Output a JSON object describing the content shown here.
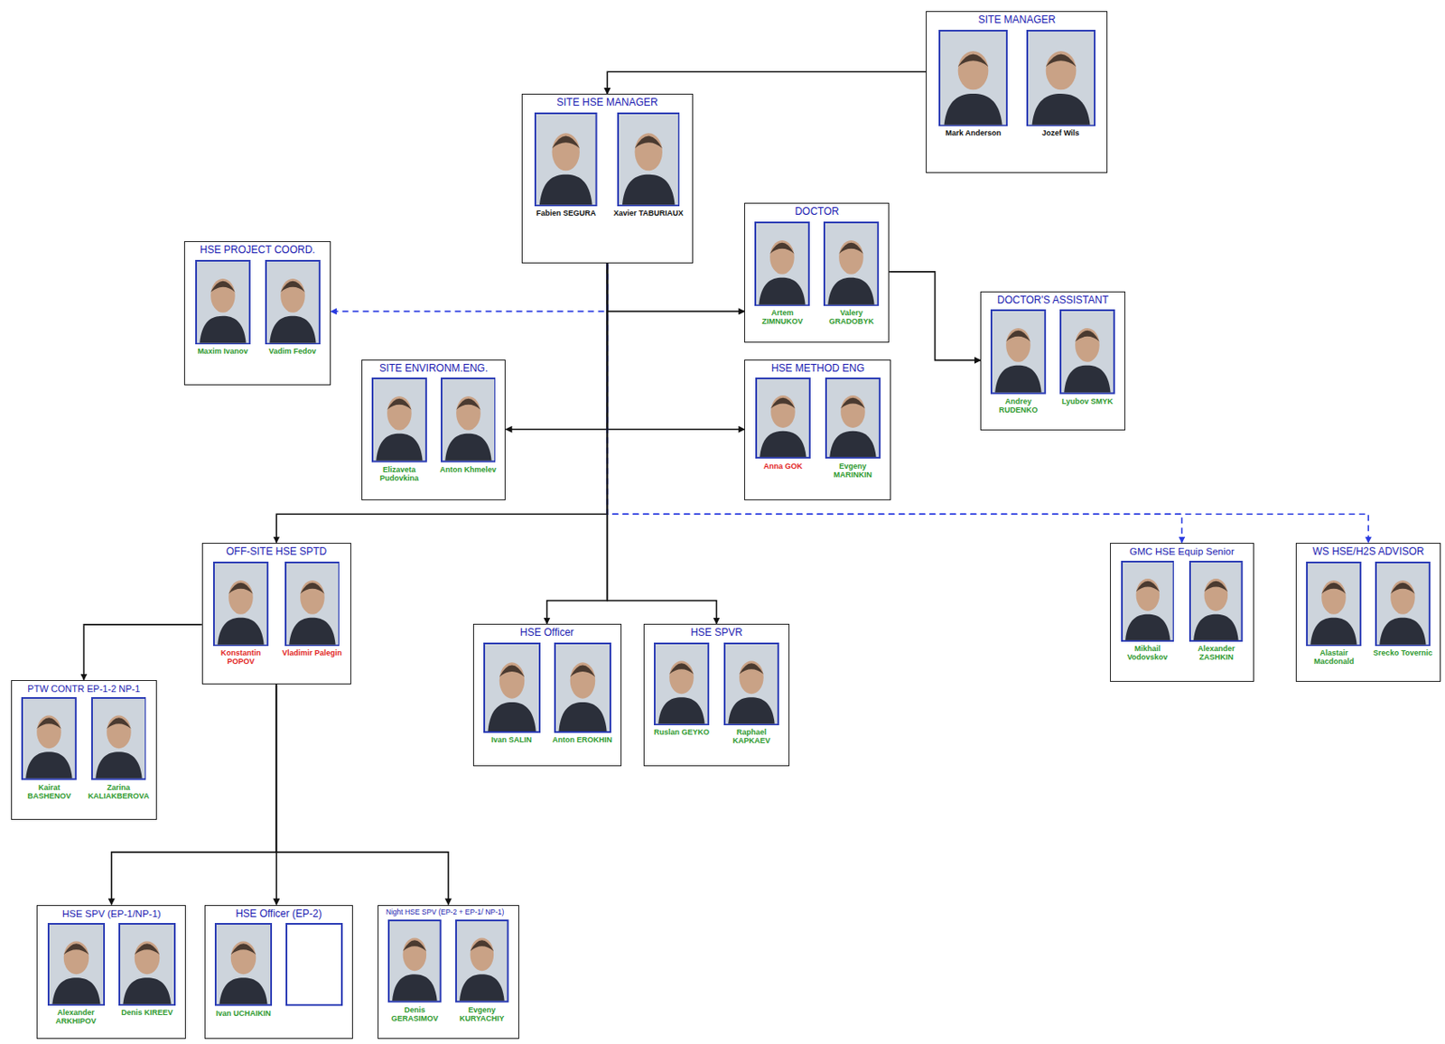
{
  "diagram": {
    "nodes": [
      {
        "text": [
          "SITE MANAGER",
          "Mark Anderson",
          "Jozef Wils"
        ]
      },
      {
        "text": [
          "SITE HSE MANAGER",
          "Fabien SEGURA",
          "Xavier TABURIAUX"
        ]
      },
      {
        "text": [
          "HSE PROJECT COORD.",
          "Maxim Ivanov",
          "Vadim Fedov"
        ]
      },
      {
        "text": [
          "DOCTOR",
          "Artem ZIMNUKOV",
          "Valery GRADOBYK"
        ]
      },
      {
        "text": [
          "DOCTOR'S ASSISTANT",
          "Andrey RUDENKO",
          "Lyubov SMYK"
        ]
      },
      {
        "text": [
          "SITE ENVIRONM.ENG.",
          "Elizaveta Pudovkina",
          "Anton Khmelev"
        ]
      },
      {
        "text": [
          "HSE METHOD ENG",
          "Anna GOK",
          "Evgeny MARINKIN"
        ]
      },
      {
        "text": [
          "OFF-SITE HSE SPTD",
          "Konstantin POPOV",
          "Vladimir Palegin"
        ]
      },
      {
        "text": [
          "HSE Officer",
          "Ivan SALIN",
          "Anton EROKHIN"
        ]
      },
      {
        "text": [
          "HSE SPVR",
          "Ruslan GEYKO",
          "Raphael KAPKAEV"
        ]
      },
      {
        "text": [
          "GMC HSE Equip Senior",
          "Mikhail Vodovskov",
          "Alexander ZASHKIN"
        ]
      },
      {
        "text": [
          "WS HSE/H2S ADVISOR",
          "Alastair Macdonald",
          "Srecko Tovernic"
        ]
      },
      {
        "text": [
          "PTW CONTR EP-1-2 NP-1",
          "Kairat BASHENOV",
          "Zarina KALIAKBEROVA"
        ]
      },
      {
        "text": [
          "HSE SPV (EP-1/NP-1)",
          "Alexander ARKHIPOV",
          "Denis KIREEV"
        ]
      },
      {
        "text": [
          "HSE Officer (EP-2)",
          "Ivan UCHAIKIN"
        ]
      },
      {
        "text": [
          "Night HSE SPV (EP-2 + EP-1/ NP-1)",
          "Denis GERASIMOV",
          "Evgeny KURYACHIY"
        ]
      }
    ],
    "edges": [
      {
        "from": 0,
        "to": 1,
        "arrow": "to"
      },
      {
        "from": 1,
        "to": 2,
        "arrow": "to"
      },
      {
        "from": 1,
        "to": 3,
        "arrow": "to"
      },
      {
        "from": 3,
        "to": 4,
        "arrow": "to"
      },
      {
        "from": 1,
        "to": 5,
        "arrow": "to"
      },
      {
        "from": 1,
        "to": 6,
        "arrow": "to"
      },
      {
        "from": 1,
        "to": 7,
        "arrow": "to"
      },
      {
        "from": 1,
        "to": 10,
        "arrow": "to"
      },
      {
        "from": 1,
        "to": 11,
        "arrow": "to"
      },
      {
        "from": 1,
        "to": 8,
        "arrow": "to"
      },
      {
        "from": 1,
        "to": 9,
        "arrow": "to"
      },
      {
        "from": 7,
        "to": 12,
        "arrow": "to"
      },
      {
        "from": 7,
        "to": 13,
        "arrow": "to"
      },
      {
        "from": 7,
        "to": 14,
        "arrow": "to"
      },
      {
        "from": 7,
        "to": 15,
        "arrow": "to"
      }
    ]
  }
}
